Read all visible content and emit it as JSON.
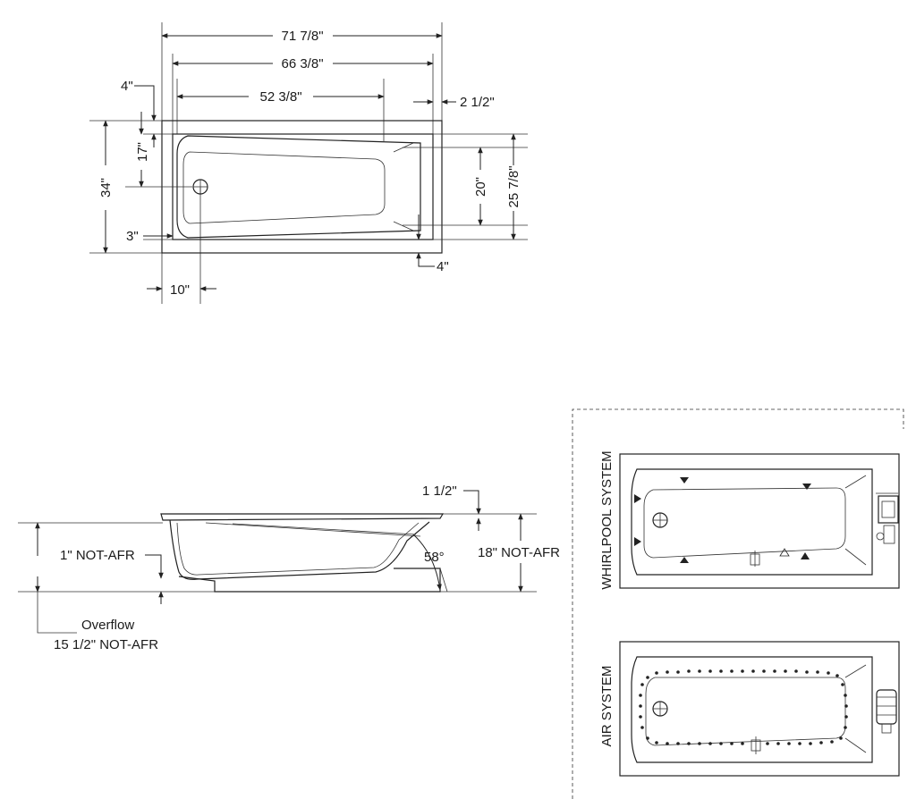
{
  "plan_view": {
    "dims": {
      "overall_length": "71 7/8\"",
      "inner_length": "66 3/8\"",
      "bath_length": "52 3/8\"",
      "end_gap": "2 1/2\"",
      "deck_top": "4\"",
      "drain_offset": "17\"",
      "overall_width": "34\"",
      "basin_width": "20\"",
      "inner_width": "25 7/8\"",
      "side_deck": "3\"",
      "front_deck": "4\"",
      "drain_from_end": "10\""
    }
  },
  "side_view": {
    "dims": {
      "rim_thickness": "1 1/2\"",
      "floor_height": "1\" NOT-AFR",
      "angle": "58°",
      "height": "18\" NOT-AFR",
      "overflow_title": "Overflow",
      "overflow_value": "15 1/2\" NOT-AFR"
    }
  },
  "systems": {
    "whirlpool_label": "WHIRLPOOL SYSTEM",
    "air_label": "AIR SYSTEM"
  }
}
